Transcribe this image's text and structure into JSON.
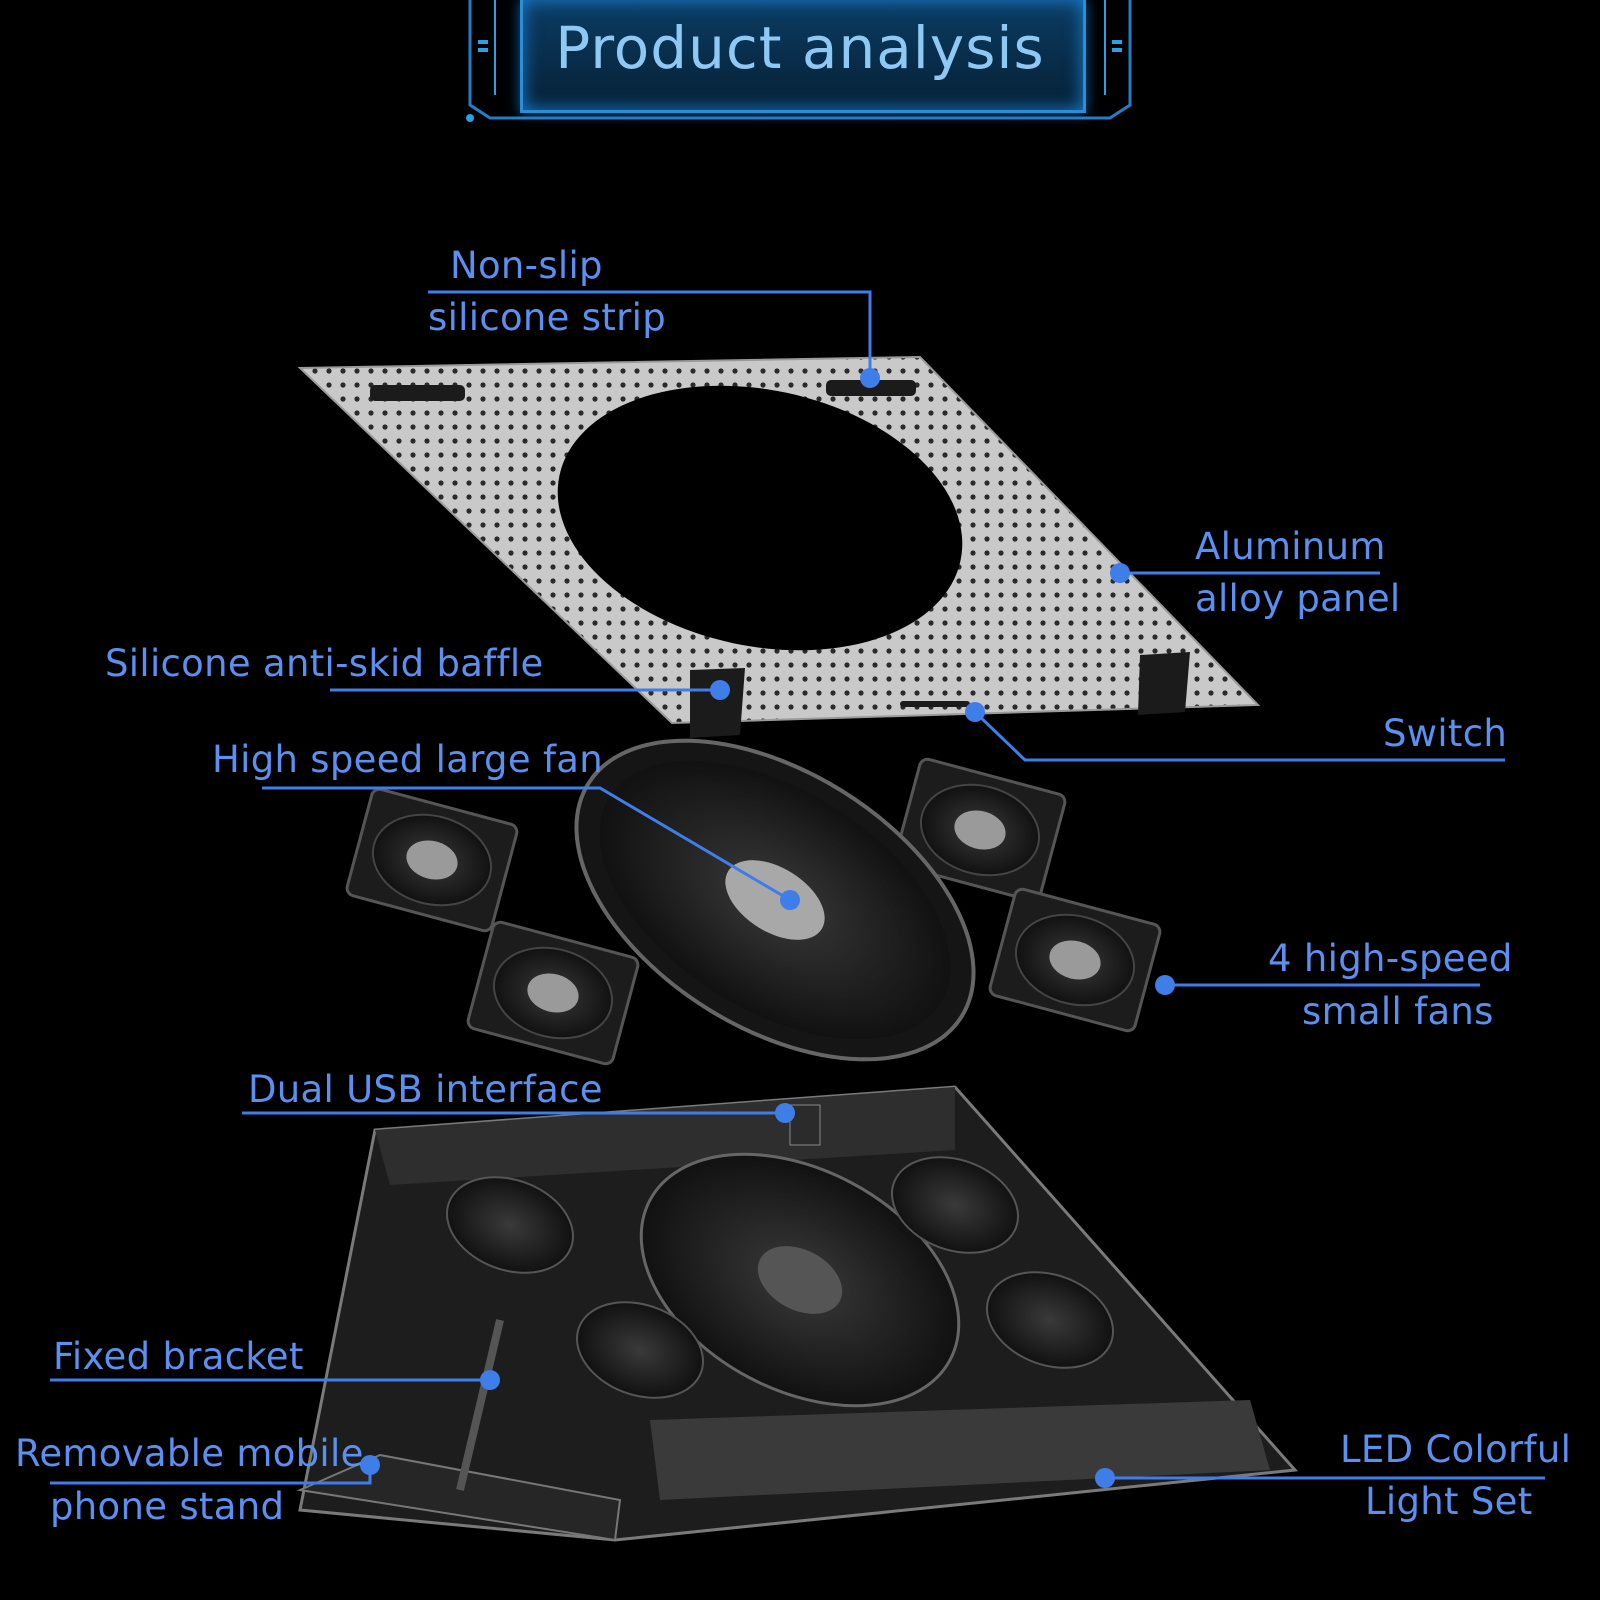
{
  "title": "Product analysis",
  "accent_color": "#3f7de8",
  "labels": {
    "non_slip_1": "Non-slip",
    "non_slip_2": "silicone strip",
    "aluminum_1": "Aluminum",
    "aluminum_2": "alloy panel",
    "baffle": "Silicone anti-skid baffle",
    "switch": "Switch",
    "large_fan": "High speed large fan",
    "small_fans_1": "4 high-speed",
    "small_fans_2": "small fans",
    "usb": "Dual USB interface",
    "bracket": "Fixed bracket",
    "phone_stand_1": "Removable mobile",
    "phone_stand_2": "phone stand",
    "led_1": "LED Colorful",
    "led_2": "Light Set"
  }
}
